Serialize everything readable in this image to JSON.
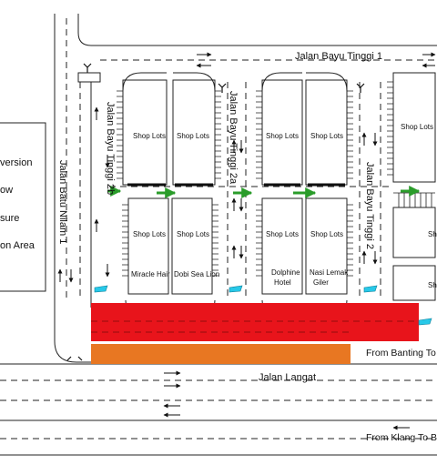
{
  "roads": {
    "jalan_bayu_tinggi_1": "Jalan Bayu Tinggi 1",
    "jalan_bayu_tinggi_2b": "Jalan Bayu Tinggi 2b",
    "jalan_bayu_tinggi_2a": "Jalan Bayu Tinggi 2a",
    "jalan_bayu_tinggi_2": "Jalan Bayu Tinggi 2",
    "jalan_batu_nilam_1": "Jalan Batu Nilam 1",
    "jalan_langat": "Jalan Langat"
  },
  "blocks": {
    "shop_lots": "Shop Lots",
    "shop_lots_cut": "Sho"
  },
  "shops": {
    "miracle_hair": "Miracle Hair",
    "dobi_sea_lion": "Dobi Sea Lion",
    "dolphine_hotel_1": "Dolphine",
    "dolphine_hotel_2": "Hotel",
    "nasi_lemak_1": "Nasi Lemak",
    "nasi_lemak_2": "Giler"
  },
  "directions": {
    "from_banting": "From Banting To Kla",
    "from_klang": "From Klang To Bant"
  },
  "legend": {
    "item_1": "version",
    "item_2": "ow",
    "item_3": "sure",
    "item_4": "on Area"
  },
  "colors": {
    "closure_red": "#e8141b",
    "diversion_orange": "#e87722",
    "arrow_green": "#2a9c2a",
    "marker_cyan": "#27c8e8"
  }
}
